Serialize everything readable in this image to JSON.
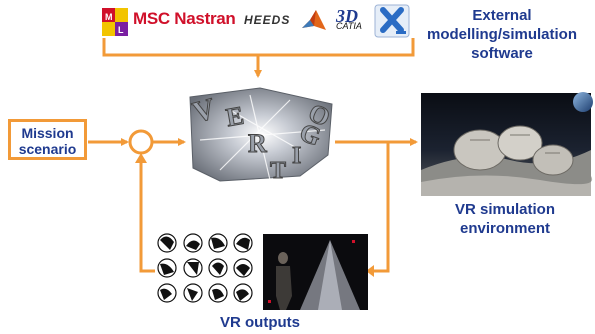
{
  "title_text": "",
  "software_logos": {
    "mls_icon": "MSC matrix logo",
    "msc_nastran": "MSC Nastran",
    "heeds": "HEEDS",
    "matlab_icon": "matlab-icon",
    "catia": "CATIA",
    "x_icon": "x-logo-icon"
  },
  "labels": {
    "external": [
      "External",
      "modelling/simulation",
      "software"
    ],
    "mission": [
      "Mission",
      "scenario"
    ],
    "vr_env": [
      "VR simulation",
      "environment"
    ],
    "vr_outputs": "VR outputs",
    "vertigo_letters": [
      "V",
      "E",
      "R",
      "T",
      "I",
      "G",
      "O"
    ]
  },
  "colors": {
    "arrow": "#f29a38",
    "label": "#1f3a8f",
    "msc_red": "#d0102a"
  }
}
